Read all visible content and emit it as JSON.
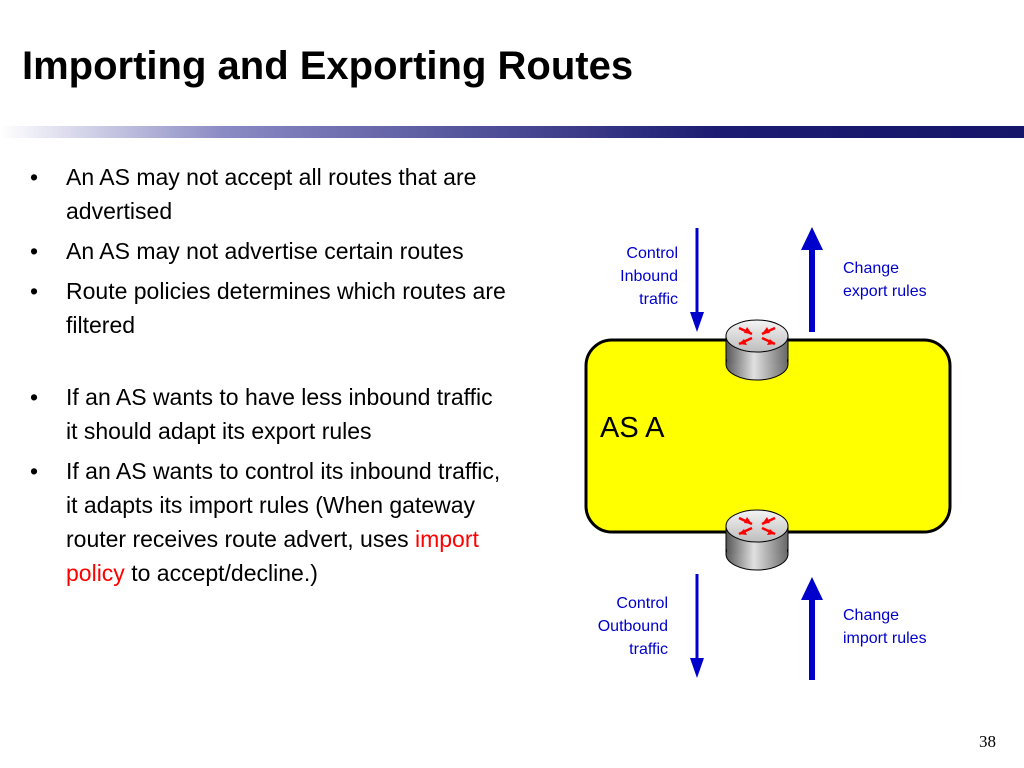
{
  "slide": {
    "title": "Importing and Exporting Routes",
    "page_number": "38"
  },
  "bullets": [
    {
      "text": "An AS may not accept all routes that are advertised"
    },
    {
      "text": "An AS may not advertise certain routes"
    },
    {
      "text": "Route policies determines which routes are filtered"
    },
    {
      "text": "If an AS wants to have less inbound traffic it should adapt its export rules"
    },
    {
      "text_before": "If an AS wants to control its inbound traffic, it adapts its import rules (When gateway router receives route advert, uses ",
      "highlight": "import policy",
      "text_after": " to accept/decline.)"
    }
  ],
  "diagram": {
    "as_label": "AS A",
    "labels": {
      "control_inbound": [
        "Control",
        "Inbound",
        "traffic"
      ],
      "change_export": [
        "Change",
        "export rules"
      ],
      "control_outbound": [
        "Control",
        "Outbound",
        "traffic"
      ],
      "change_import": [
        "Change",
        "import rules"
      ]
    },
    "colors": {
      "as_fill": "#ffff00",
      "arrow": "#0000cc",
      "label_text": "#0000cc",
      "highlight": "#ff0000",
      "router_arrow": "#ff0000"
    }
  }
}
